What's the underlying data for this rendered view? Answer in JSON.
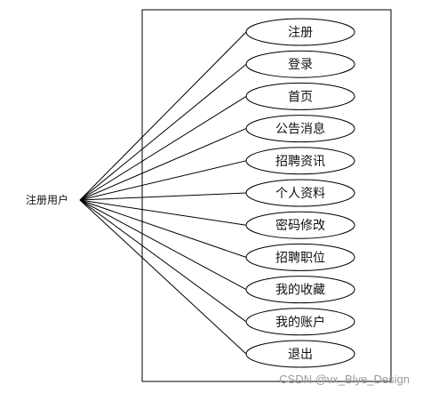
{
  "actor": {
    "name": "注册用户"
  },
  "use_cases": [
    {
      "label": "注册"
    },
    {
      "label": "登录"
    },
    {
      "label": "首页"
    },
    {
      "label": "公告消息"
    },
    {
      "label": "招聘资讯"
    },
    {
      "label": "个人资料"
    },
    {
      "label": "密码修改"
    },
    {
      "label": "招聘职位"
    },
    {
      "label": "我的收藏"
    },
    {
      "label": "我的账户"
    },
    {
      "label": "退出"
    }
  ],
  "watermark": "CSDN @vx_Blye_Design",
  "colors": {
    "line": "#000000",
    "text": "#111111",
    "watermark": "#9a9a9a",
    "background": "#ffffff"
  }
}
